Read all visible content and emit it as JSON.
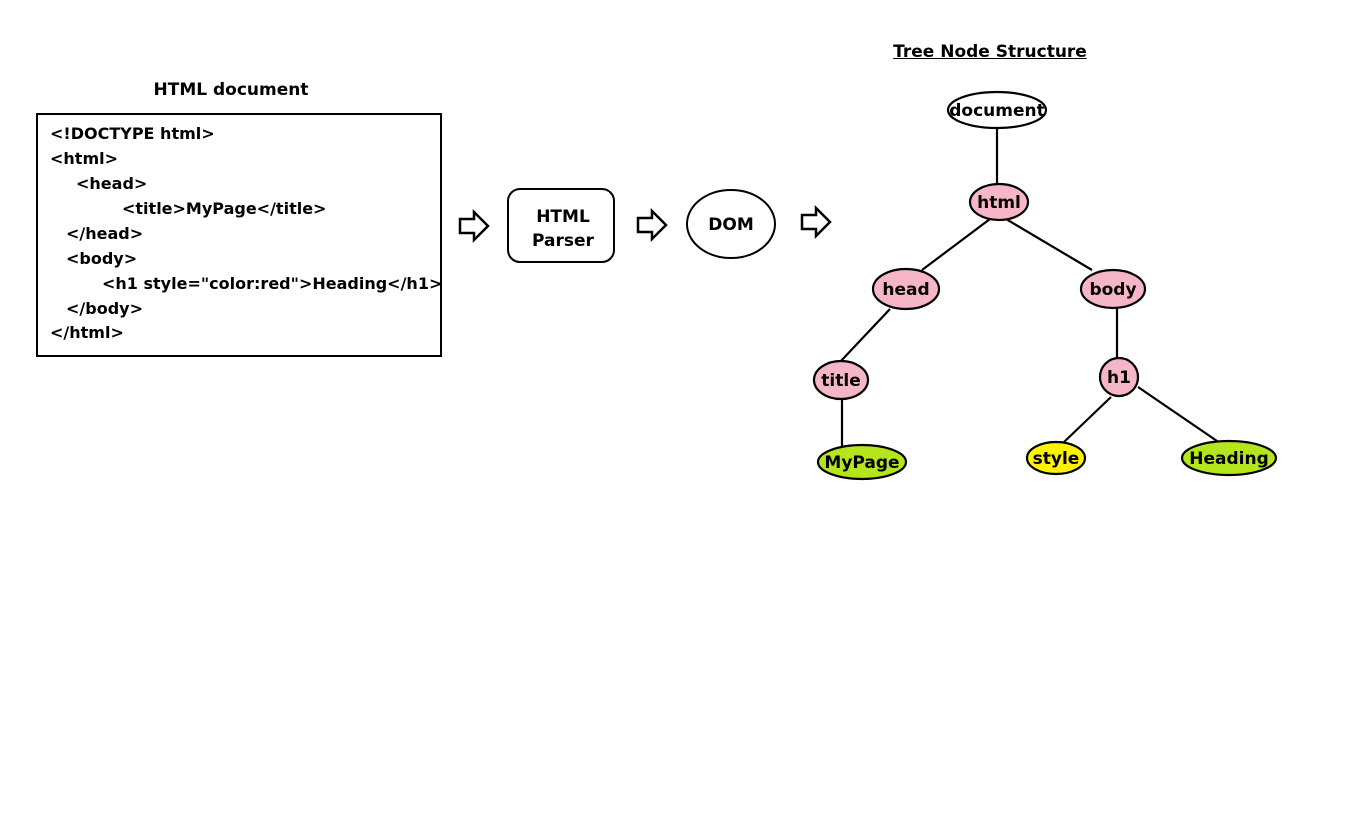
{
  "document_panel": {
    "title": "HTML document",
    "code_lines": [
      "<!DOCTYPE html>",
      "<html>",
      "<head>",
      "<title>MyPage</title>",
      "</head>",
      "<body>",
      "<h1 style=\"color:red\">Heading</h1>",
      "</body>",
      "</html>"
    ]
  },
  "pipeline": {
    "parser_label_line1": "HTML",
    "parser_label_line2": "Parser",
    "dom_label": "DOM"
  },
  "tree": {
    "title": "Tree Node Structure",
    "nodes": {
      "document": "document",
      "html": "html",
      "head": "head",
      "body": "body",
      "title": "title",
      "h1": "h1",
      "mypage": "MyPage",
      "style": "style",
      "heading": "Heading"
    }
  },
  "colors": {
    "element_node": "#f7b6c8",
    "text_node": "#b5e61d",
    "attribute_node": "#fff200",
    "root_node": "#ffffff",
    "stroke": "#000000"
  }
}
